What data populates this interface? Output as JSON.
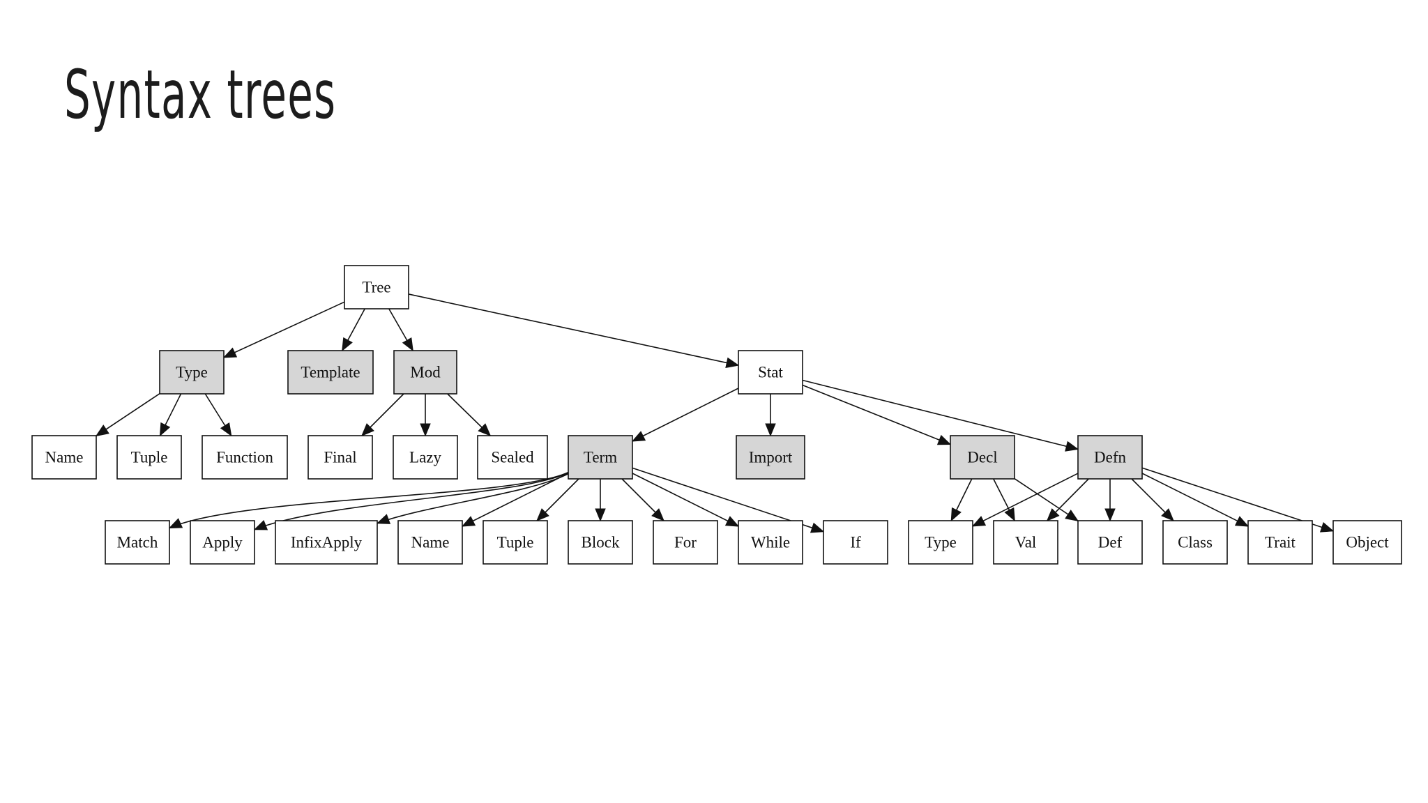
{
  "title": "Syntax trees",
  "colors": {
    "highlight_fill": "#d6d6d6",
    "plain_fill": "#ffffff",
    "stroke": "#111111"
  },
  "diagram": {
    "type": "tree",
    "nodes": [
      {
        "id": "tree",
        "label": "Tree",
        "shaded": false
      },
      {
        "id": "type",
        "label": "Type",
        "shaded": true
      },
      {
        "id": "template",
        "label": "Template",
        "shaded": true
      },
      {
        "id": "mod",
        "label": "Mod",
        "shaded": true
      },
      {
        "id": "stat",
        "label": "Stat",
        "shaded": false
      },
      {
        "id": "name1",
        "label": "Name",
        "shaded": false
      },
      {
        "id": "tuple1",
        "label": "Tuple",
        "shaded": false
      },
      {
        "id": "function",
        "label": "Function",
        "shaded": false
      },
      {
        "id": "final",
        "label": "Final",
        "shaded": false
      },
      {
        "id": "lazy",
        "label": "Lazy",
        "shaded": false
      },
      {
        "id": "sealed",
        "label": "Sealed",
        "shaded": false
      },
      {
        "id": "term",
        "label": "Term",
        "shaded": true
      },
      {
        "id": "import",
        "label": "Import",
        "shaded": true
      },
      {
        "id": "decl",
        "label": "Decl",
        "shaded": true
      },
      {
        "id": "defn",
        "label": "Defn",
        "shaded": true
      },
      {
        "id": "match",
        "label": "Match",
        "shaded": false
      },
      {
        "id": "apply",
        "label": "Apply",
        "shaded": false
      },
      {
        "id": "infixapply",
        "label": "InfixApply",
        "shaded": false
      },
      {
        "id": "name2",
        "label": "Name",
        "shaded": false
      },
      {
        "id": "tuple2",
        "label": "Tuple",
        "shaded": false
      },
      {
        "id": "block",
        "label": "Block",
        "shaded": false
      },
      {
        "id": "for",
        "label": "For",
        "shaded": false
      },
      {
        "id": "while",
        "label": "While",
        "shaded": false
      },
      {
        "id": "if",
        "label": "If",
        "shaded": false
      },
      {
        "id": "type2",
        "label": "Type",
        "shaded": false
      },
      {
        "id": "val",
        "label": "Val",
        "shaded": false
      },
      {
        "id": "def",
        "label": "Def",
        "shaded": false
      },
      {
        "id": "class",
        "label": "Class",
        "shaded": false
      },
      {
        "id": "trait",
        "label": "Trait",
        "shaded": false
      },
      {
        "id": "object",
        "label": "Object",
        "shaded": false
      }
    ],
    "edges": [
      [
        "tree",
        "type"
      ],
      [
        "tree",
        "template"
      ],
      [
        "tree",
        "mod"
      ],
      [
        "tree",
        "stat"
      ],
      [
        "type",
        "name1"
      ],
      [
        "type",
        "tuple1"
      ],
      [
        "type",
        "function"
      ],
      [
        "mod",
        "final"
      ],
      [
        "mod",
        "lazy"
      ],
      [
        "mod",
        "sealed"
      ],
      [
        "stat",
        "term"
      ],
      [
        "stat",
        "import"
      ],
      [
        "stat",
        "decl"
      ],
      [
        "stat",
        "defn"
      ],
      [
        "term",
        "match"
      ],
      [
        "term",
        "apply"
      ],
      [
        "term",
        "infixapply"
      ],
      [
        "term",
        "name2"
      ],
      [
        "term",
        "tuple2"
      ],
      [
        "term",
        "block"
      ],
      [
        "term",
        "for"
      ],
      [
        "term",
        "while"
      ],
      [
        "term",
        "if"
      ],
      [
        "decl",
        "type2"
      ],
      [
        "decl",
        "val"
      ],
      [
        "decl",
        "def"
      ],
      [
        "defn",
        "type2"
      ],
      [
        "defn",
        "val"
      ],
      [
        "defn",
        "def"
      ],
      [
        "defn",
        "class"
      ],
      [
        "defn",
        "trait"
      ],
      [
        "defn",
        "object"
      ]
    ]
  }
}
